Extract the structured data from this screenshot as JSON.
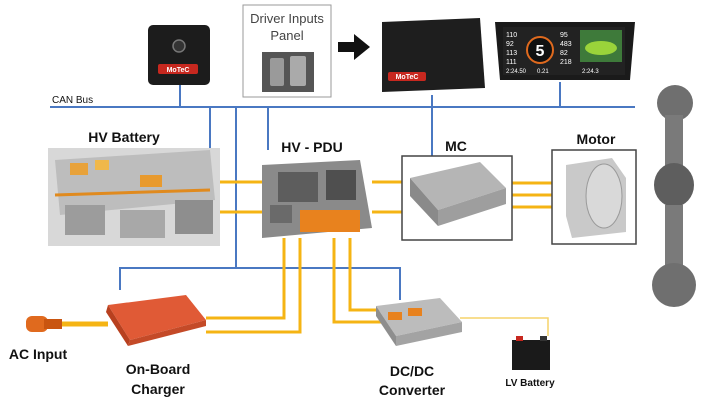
{
  "labels": {
    "can_bus": "CAN Bus",
    "hv_battery": "HV Battery",
    "hv_pdu": "HV - PDU",
    "mc": "MC",
    "motor": "Motor",
    "driver_inputs_line1": "Driver Inputs",
    "driver_inputs_line2": "Panel",
    "ac_input": "AC Input",
    "on_board_line1": "On-Board",
    "on_board_line2": "Charger",
    "dcdc_line1": "DC/DC",
    "dcdc_line2": "Converter",
    "lv_battery": "LV Battery"
  },
  "device_logos": {
    "ecu": "MoTeC",
    "vcu": "MoTeC"
  },
  "dash_readouts": {
    "left": [
      "110",
      "92",
      "113",
      "111"
    ],
    "right": [
      "95",
      "483",
      "82",
      "218"
    ],
    "gear": "5",
    "bottom": [
      "2:24.50",
      "0.21",
      "2:24.3"
    ]
  },
  "colors": {
    "can_bus_blue": "#4a78c2",
    "hv_orange": "#f5b414",
    "charger_red": "#d94b2b",
    "ac_orange": "#e06a1e",
    "background": "#ffffff"
  }
}
